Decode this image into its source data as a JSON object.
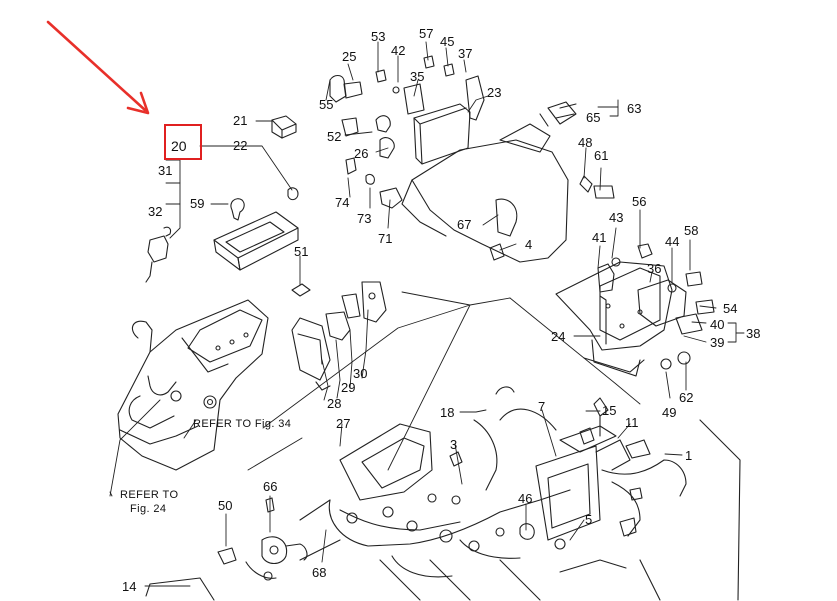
{
  "colors": {
    "highlight": "#e02020",
    "arrow": "#e8302a",
    "ink": "#222222"
  },
  "highlighted_part": "20",
  "parts": {
    "p1": "1",
    "p3": "3",
    "p4": "4",
    "p5": "5",
    "p7": "7",
    "p11": "11",
    "p14": "14",
    "p15": "15",
    "p18": "18",
    "p20": "20",
    "p21": "21",
    "p22": "22",
    "p23": "23",
    "p24": "24",
    "p25": "25",
    "p26": "26",
    "p27": "27",
    "p28": "28",
    "p29": "29",
    "p30": "30",
    "p31": "31",
    "p32": "32",
    "p35": "35",
    "p36": "36",
    "p37": "37",
    "p38": "38",
    "p39": "39",
    "p40": "40",
    "p41": "41",
    "p42": "42",
    "p43": "43",
    "p44": "44",
    "p45": "45",
    "p46": "46",
    "p48": "48",
    "p49": "49",
    "p50": "50",
    "p51": "51",
    "p52": "52",
    "p53": "53",
    "p54": "54",
    "p55": "55",
    "p56": "56",
    "p57": "57",
    "p58": "58",
    "p59": "59",
    "p61": "61",
    "p62": "62",
    "p63": "63",
    "p65": "65",
    "p66": "66",
    "p67": "67",
    "p68": "68",
    "p71": "71",
    "p73": "73",
    "p74": "74"
  },
  "notes": {
    "refer_fig34": "REFER TO Fig. 34",
    "refer_fig24_line1": "REFER TO",
    "refer_fig24_line2": "Fig. 24"
  }
}
